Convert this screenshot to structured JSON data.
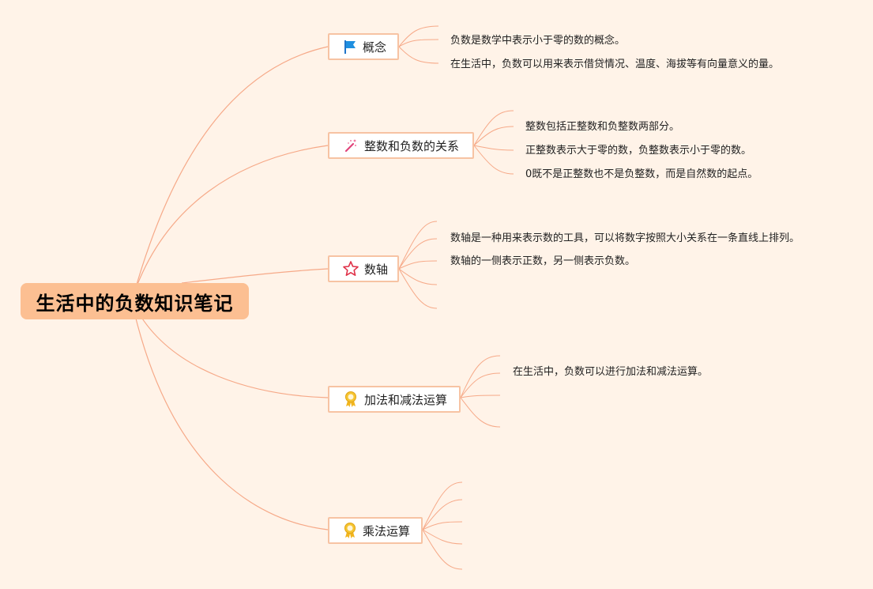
{
  "root": {
    "title": "生活中的负数知识笔记"
  },
  "colors": {
    "background": "#fff3e8",
    "line": "#f6a988",
    "root_fill": "#fcbf92",
    "topic_border": "#f7c3a3"
  },
  "topics": [
    {
      "label": "概念",
      "icon": "flag-icon",
      "notes": [
        "负数是数学中表示小于零的数的概念。",
        "在生活中，负数可以用来表示借贷情况、温度、海拔等有向量意义的量。"
      ]
    },
    {
      "label": "整数和负数的关系",
      "icon": "sparkle-wand-icon",
      "notes": [
        "整数包括正整数和负整数两部分。",
        "正整数表示大于零的数，负整数表示小于零的数。",
        "0既不是正整数也不是负整数，而是自然数的起点。"
      ]
    },
    {
      "label": "数轴",
      "icon": "star-icon",
      "notes": [
        "数轴是一种用来表示数的工具，可以将数字按照大小关系在一条直线上排列。",
        "数轴的一侧表示正数，另一侧表示负数。"
      ]
    },
    {
      "label": "加法和减法运算",
      "icon": "award-ribbon-icon",
      "notes": [
        "在生活中，负数可以进行加法和减法运算。"
      ]
    },
    {
      "label": "乘法运算",
      "icon": "award-ribbon-icon",
      "notes": []
    }
  ]
}
